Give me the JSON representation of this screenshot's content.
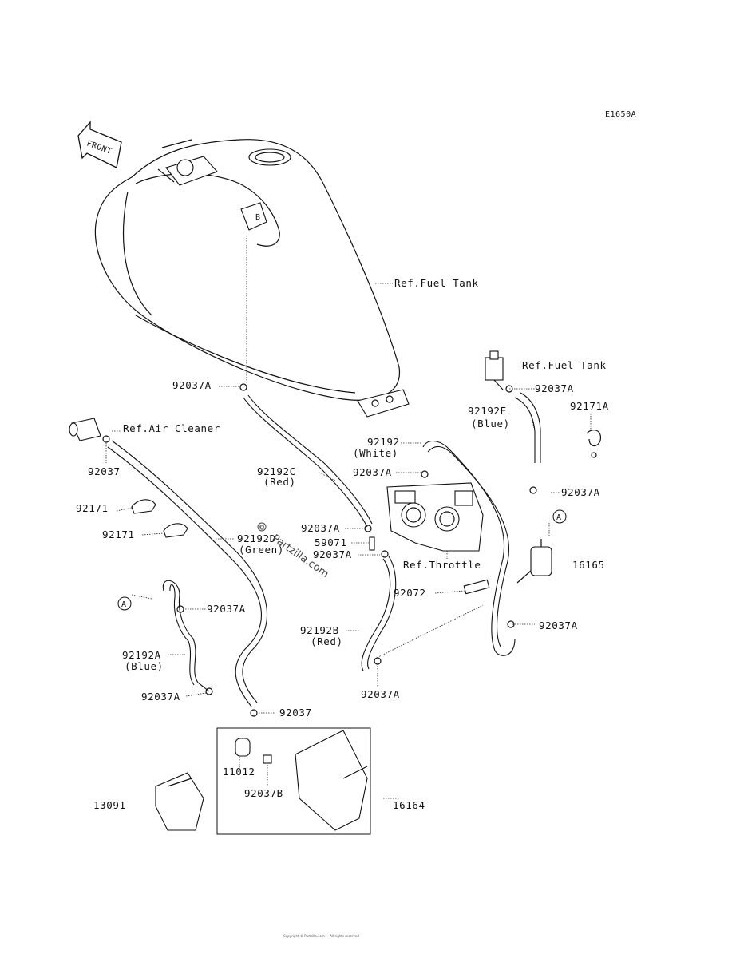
{
  "diagram_code": "E1650A",
  "front_arrow": "FRONT",
  "refs": {
    "fuel_tank_1": "Ref.Fuel Tank",
    "fuel_tank_2": "Ref.Fuel Tank",
    "air_cleaner": "Ref.Air Cleaner",
    "throttle": "Ref.Throttle"
  },
  "callouts": {
    "a1": "A",
    "a2": "A"
  },
  "parts": {
    "p92037A_tank": "92037A",
    "p92037A_tr": "92037A",
    "p92192E": "92192E",
    "p92192E_color": "(Blue)",
    "p92171A": "92171A",
    "p92192": "92192",
    "p92192_color": "(White)",
    "p92037A_white": "92037A",
    "p92037A_right": "92037A",
    "p92037": "92037",
    "p92192C": "92192C",
    "p92192C_color": "(Red)",
    "p92171_1": "92171",
    "p92171_2": "92171",
    "p92192D": "92192D",
    "p92192D_color": "(Green)",
    "p92037A_mid": "92037A",
    "p59071": "59071",
    "p92037A_mid2": "92037A",
    "p16165": "16165",
    "p92072": "92072",
    "p92037A_left": "92037A",
    "p92192B": "92192B",
    "p92192B_color": "(Red)",
    "p92037A_rb": "92037A",
    "p92192A": "92192A",
    "p92192A_color": "(Blue)",
    "p92037A_lb": "92037A",
    "p92037_b": "92037",
    "p92037A_bot": "92037A",
    "p11012": "11012",
    "p92037B": "92037B",
    "p13091": "13091",
    "p16164": "16164"
  },
  "watermark": "Partzilla.com",
  "watermark_symbol": "©",
  "footer": "Copyright © Partzilla.com — All rights reserved"
}
